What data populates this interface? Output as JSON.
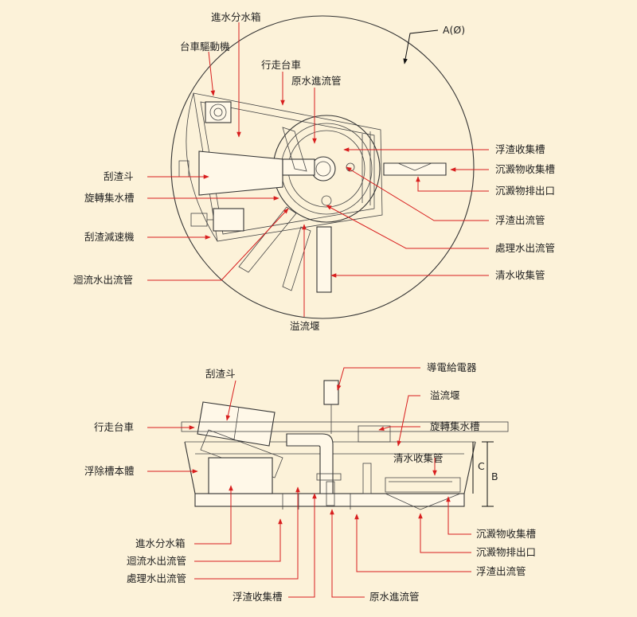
{
  "colors": {
    "background": "#fcf2d9",
    "leader": "#d81e1e",
    "line": "#333333"
  },
  "plan_view": {
    "dimension_label": "A(Ø)",
    "labels": {
      "inlet_distribution_box": "進水分水箱",
      "carriage_drive": "台車驅動機",
      "traveling_carriage": "行走台車",
      "raw_water_inlet_pipe": "原水進流管",
      "scum_collection_tank": "浮渣收集槽",
      "sludge_collection_tank": "沉澱物收集槽",
      "sludge_outlet": "沉澱物排出口",
      "scoop": "刮渣斗",
      "rotating_collector": "旋轉集水槽",
      "scum_outflow_pipe": "浮渣出流管",
      "scoop_reducer": "刮渣減速機",
      "treated_water_outlet": "處理水出流管",
      "return_flow_outlet": "迴流水出流管",
      "clear_water_tank": "清水收集管",
      "overflow_weir": "溢流堰"
    }
  },
  "section_view": {
    "labels": {
      "scoop": "刮渣斗",
      "power_feeder": "導電給電器",
      "overflow_weir": "溢流堰",
      "traveling_carriage": "行走台車",
      "rotating_collector": "旋轉集水槽",
      "clear_water_tank": "清水收集管",
      "tank_body": "浮除槽本體",
      "inlet_distribution_box": "進水分水箱",
      "return_flow_outlet": "迴流水出流管",
      "treated_water_outlet": "處理水出流管",
      "scum_collection_tank": "浮渣收集槽",
      "raw_water_inlet_pipe": "原水進流管",
      "sludge_collection_tank": "沉澱物收集槽",
      "sludge_outlet": "沉澱物排出口",
      "scum_outflow_pipe": "浮渣出流管"
    },
    "dimension_labels": {
      "c": "C",
      "b": "B"
    }
  }
}
